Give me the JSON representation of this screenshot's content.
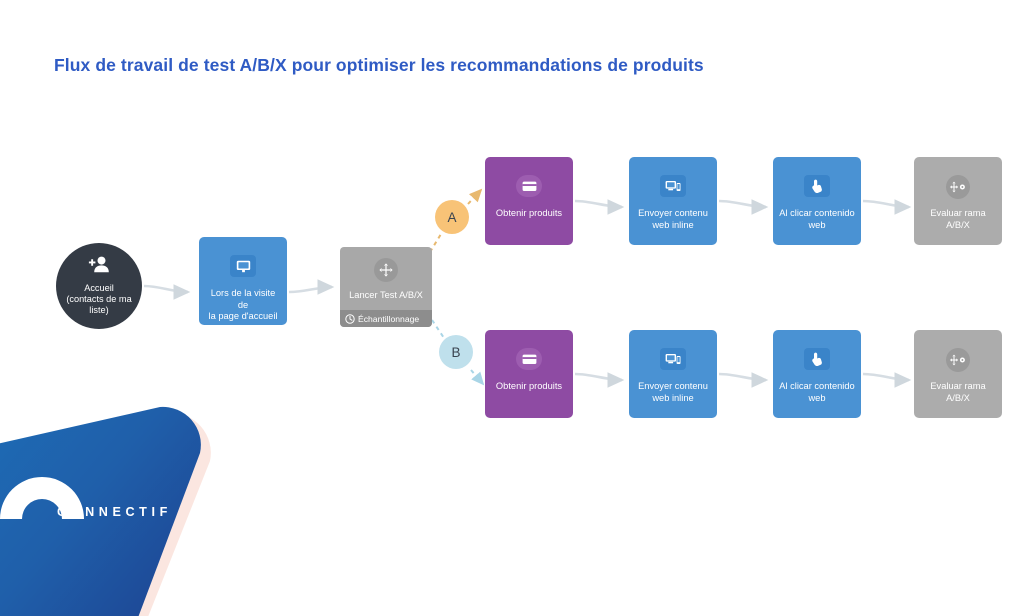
{
  "page": {
    "title": "Flux de travail de test A/B/X pour optimiser les recommandations de produits",
    "background": "#ffffff",
    "title_color": "#2f5bc4"
  },
  "colors": {
    "start_node": "#343b45",
    "blue_node": "#4a92d3",
    "purple_node": "#8e4ba3",
    "grey_node": "#acacac",
    "split_node": "#a8a8a8",
    "split_footer": "#8d8d8d",
    "badge_a": "#f8c377",
    "badge_b": "#bfe0ec",
    "connector": "#d6dde3",
    "branch_a_line": "#e8b96f",
    "branch_b_line": "#a9d5e6",
    "logo_blue_light": "#1e67b0",
    "logo_blue_dark": "#1f52a0",
    "logo_edge": "#fbe6e0"
  },
  "flow": {
    "start": {
      "label": "Accueil\n(contacts de ma\nliste)",
      "icon": "add-contact-icon"
    },
    "trigger": {
      "label": "Lors de la visite de\nla page d'accueil",
      "icon": "monitor-icon"
    },
    "split": {
      "label": "Lancer Test A/B/X",
      "icon": "split-arrows-icon",
      "footer_label": "Échantillonnage",
      "footer_icon": "clock-icon"
    },
    "branches": [
      {
        "badge": "A",
        "badge_name": "branch-badge-a",
        "steps": [
          {
            "label": "Obtenir produits",
            "icon": "card-icon",
            "color": "purple"
          },
          {
            "label": "Envoyer contenu\nweb inline",
            "icon": "devices-icon",
            "color": "blue"
          },
          {
            "label": "Al clicar contenido\nweb",
            "icon": "click-hand-icon",
            "color": "blue"
          },
          {
            "label": "Evaluar rama\nA/B/X",
            "icon": "split-settings-icon",
            "color": "grey"
          }
        ]
      },
      {
        "badge": "B",
        "badge_name": "branch-badge-b",
        "steps": [
          {
            "label": "Obtenir produits",
            "icon": "card-icon",
            "color": "purple"
          },
          {
            "label": "Envoyer contenu\nweb inline",
            "icon": "devices-icon",
            "color": "blue"
          },
          {
            "label": "Al clicar contenido\nweb",
            "icon": "click-hand-icon",
            "color": "blue"
          },
          {
            "label": "Evaluar rama\nA/B/X",
            "icon": "split-settings-icon",
            "color": "grey"
          }
        ]
      }
    ]
  },
  "logo": {
    "wordmark": "CONNECTIF",
    "mark": "arch-icon"
  }
}
